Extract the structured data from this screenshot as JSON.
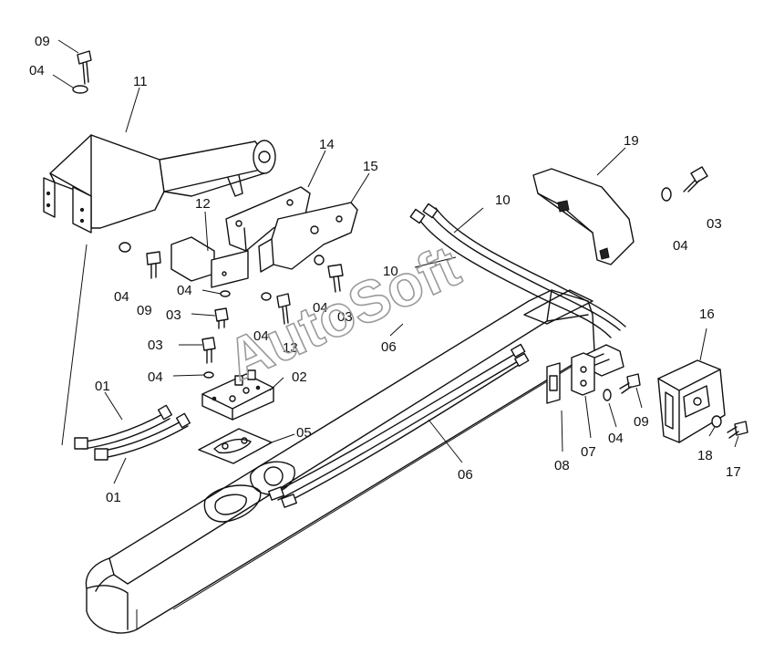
{
  "watermark": "AutoSoft",
  "callouts": [
    {
      "id": "c-09-top",
      "text": "09"
    },
    {
      "id": "c-04-top",
      "text": "04"
    },
    {
      "id": "c-11",
      "text": "11"
    },
    {
      "id": "c-14",
      "text": "14"
    },
    {
      "id": "c-15",
      "text": "15"
    },
    {
      "id": "c-12",
      "text": "12"
    },
    {
      "id": "c-04-a",
      "text": "04"
    },
    {
      "id": "c-09-a",
      "text": "09"
    },
    {
      "id": "c-04-b",
      "text": "04"
    },
    {
      "id": "c-03-a",
      "text": "03"
    },
    {
      "id": "c-04-c",
      "text": "04"
    },
    {
      "id": "c-03-b",
      "text": "03"
    },
    {
      "id": "c-04-d",
      "text": "04"
    },
    {
      "id": "c-03-c",
      "text": "03"
    },
    {
      "id": "c-13",
      "text": "13"
    },
    {
      "id": "c-04-e",
      "text": "04"
    },
    {
      "id": "c-02",
      "text": "02"
    },
    {
      "id": "c-06-a",
      "text": "06"
    },
    {
      "id": "c-10-a",
      "text": "10"
    },
    {
      "id": "c-10-b",
      "text": "10"
    },
    {
      "id": "c-19",
      "text": "19"
    },
    {
      "id": "c-04-f",
      "text": "04"
    },
    {
      "id": "c-03-d",
      "text": "03"
    },
    {
      "id": "c-16",
      "text": "16"
    },
    {
      "id": "c-01-a",
      "text": "01"
    },
    {
      "id": "c-01-b",
      "text": "01"
    },
    {
      "id": "c-05",
      "text": "05"
    },
    {
      "id": "c-06-b",
      "text": "06"
    },
    {
      "id": "c-08",
      "text": "08"
    },
    {
      "id": "c-07",
      "text": "07"
    },
    {
      "id": "c-04-g",
      "text": "04"
    },
    {
      "id": "c-09-b",
      "text": "09"
    },
    {
      "id": "c-18",
      "text": "18"
    },
    {
      "id": "c-17",
      "text": "17"
    }
  ]
}
